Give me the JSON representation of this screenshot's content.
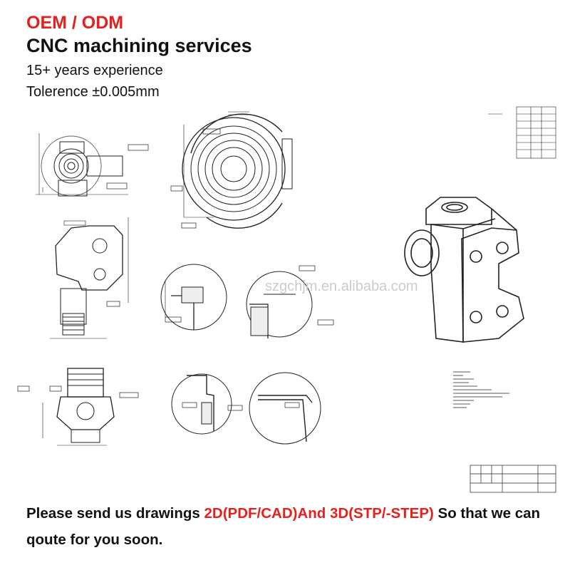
{
  "header": {
    "line1": "OEM / ODM",
    "line2": "CNC machining services",
    "line3": "15+ years experience",
    "line4": "Tolerence ±0.005mm"
  },
  "watermark": "szgchjm.en.alibaba.com",
  "footer": {
    "part1": "Please send us drawings ",
    "part2": "2D(PDF/CAD)And 3D(STP/-STEP)",
    "part3": "  So that we can qoute for you soon."
  },
  "colors": {
    "accent_red": "#e8201c",
    "text_dark": "#111111",
    "drawing_line": "#222222"
  }
}
